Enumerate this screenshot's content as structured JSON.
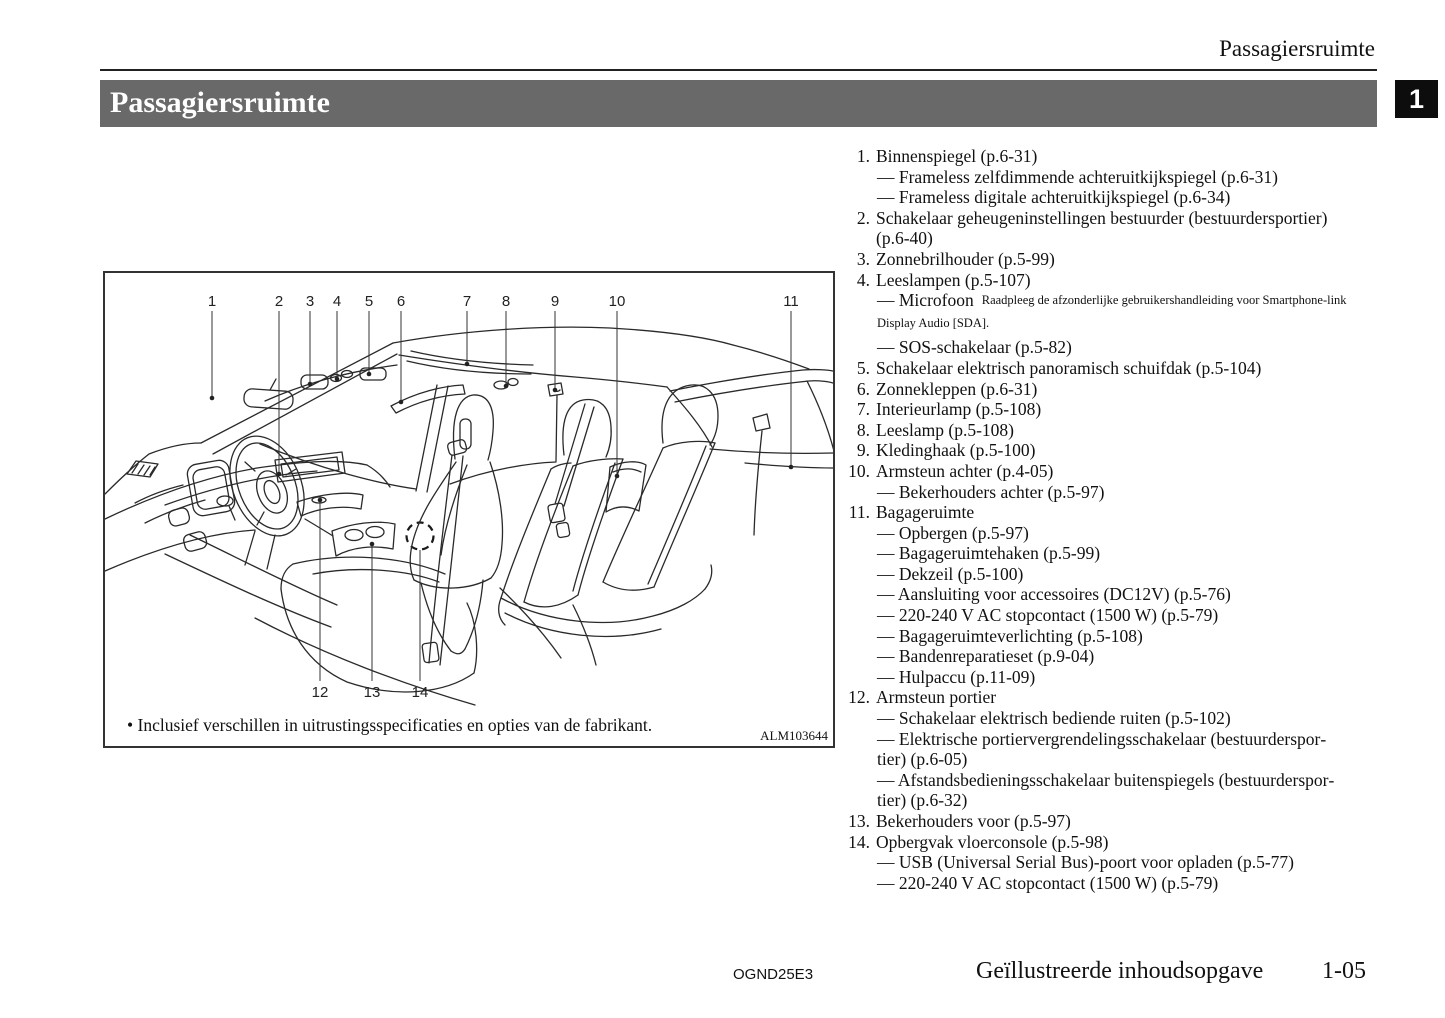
{
  "header": {
    "running_title": "Passagiersruimte",
    "chapter_tab": "1"
  },
  "title_bar": {
    "label": "Passagiersruimte"
  },
  "figure": {
    "callouts_top": [
      "1",
      "2",
      "3",
      "4",
      "5",
      "6",
      "7",
      "8",
      "9",
      "10",
      "11"
    ],
    "callouts_bottom": [
      "12",
      "13",
      "14"
    ],
    "note": "• Inclusief verschillen in uitrustingsspecificaties en opties van de fabrikant.",
    "code": "ALM103644"
  },
  "items": [
    {
      "num": "1.",
      "text": "Binnenspiegel (p.6-31)",
      "subs": [
        {
          "text": "— Frameless zelfdimmende achteruitkijkspiegel (p.6-31)"
        },
        {
          "text": "— Frameless digitale achteruitkijkspiegel (p.6-34)"
        }
      ]
    },
    {
      "num": "2.",
      "text": "Schakelaar geheugeninstellingen bestuurder (bestuurdersportier) (p.6-40)"
    },
    {
      "num": "3.",
      "text": "Zonnebrilhouder (p.5-99)"
    },
    {
      "num": "4.",
      "text": "Leeslampen (p.5-107)",
      "subs": [
        {
          "text": "— Microfoon",
          "small": "Raadpleeg de afzonderlijke gebruikershandleiding voor Smartphone-link Display Audio [SDA]."
        },
        {
          "text": "— SOS-schakelaar (p.5-82)"
        }
      ]
    },
    {
      "num": "5.",
      "text": "Schakelaar elektrisch panoramisch schuifdak (p.5-104)"
    },
    {
      "num": "6.",
      "text": "Zonnekleppen (p.6-31)"
    },
    {
      "num": "7.",
      "text": "Interieurlamp (p.5-108)"
    },
    {
      "num": "8.",
      "text": "Leeslamp (p.5-108)"
    },
    {
      "num": "9.",
      "text": "Kledinghaak (p.5-100)"
    },
    {
      "num": "10.",
      "text": "Armsteun achter (p.4-05)",
      "subs": [
        {
          "text": "— Bekerhouders achter (p.5-97)"
        }
      ]
    },
    {
      "num": "11.",
      "text": "Bagageruimte",
      "subs": [
        {
          "text": "— Opbergen (p.5-97)"
        },
        {
          "text": "— Bagageruimtehaken (p.5-99)"
        },
        {
          "text": "— Dekzeil (p.5-100)"
        },
        {
          "text": "— Aansluiting voor accessoires (DC12V) (p.5-76)"
        },
        {
          "text": "— 220-240 V AC stopcontact (1500 W) (p.5-79)"
        },
        {
          "text": "— Bagageruimteverlichting (p.5-108)"
        },
        {
          "text": "— Bandenreparatieset (p.9-04)"
        },
        {
          "text": "— Hulpaccu (p.11-09)"
        }
      ]
    },
    {
      "num": "12.",
      "text": "Armsteun portier",
      "subs": [
        {
          "text": "— Schakelaar elektrisch bediende ruiten (p.5-102)"
        },
        {
          "text": "— Elektrische portiervergrendelingsschakelaar (bestuurderspor­tier) (p.6-05)"
        },
        {
          "text": "— Afstandsbedieningsschakelaar buitenspiegels (bestuurderspor­tier) (p.6-32)"
        }
      ]
    },
    {
      "num": "13.",
      "text": "Bekerhouders voor (p.5-97)"
    },
    {
      "num": "14.",
      "text": "Opbergvak vloerconsole (p.5-98)",
      "subs": [
        {
          "text": "— USB (Universal Serial Bus)-poort voor opladen (p.5-77)"
        },
        {
          "text": "— 220-240 V AC stopcontact (1500 W) (p.5-79)"
        }
      ]
    }
  ],
  "footer": {
    "doc_code": "OGND25E3",
    "section_title": "Geïllustreerde inhoudsopgave",
    "page_number": "1-05"
  }
}
